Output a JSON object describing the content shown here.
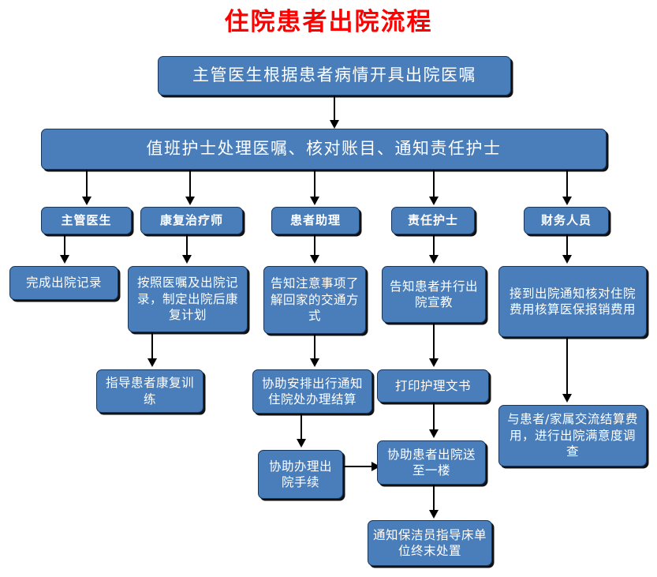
{
  "diagram": {
    "title": "住院患者出院流程",
    "title_color": "#ff0000",
    "node_fill": "#4a7ebb",
    "node_border": "#17365d",
    "node_text_color": "#ffffff",
    "connector_color": "#000000"
  },
  "nodes": {
    "start": "主管医生根据患者病情开具出院医嘱",
    "dispatch": "值班护士处理医嘱、核对账目、通知责任护士",
    "roles": [
      "主管医生",
      "康复治疗师",
      "患者助理",
      "责任护士",
      "财务人员"
    ],
    "doctor_1": "完成出院记录",
    "rehab_1": "按照医嘱及出院记录，制定出院后康复计划",
    "rehab_2": "指导患者康复训练",
    "assistant_1": "告知注意事项了解回家的交通方式",
    "assistant_2": "协助安排出行通知住院处办理结算",
    "assistant_3": "协助办理出院手续",
    "nurse_1": "告知患者并行出院宣教",
    "nurse_2": "打印护理文书",
    "nurse_3": "协助患者出院送至一楼",
    "nurse_4": "通知保洁员指导床单位终末处置",
    "finance_1": "接到出院通知核对住院费用核算医保报销费用",
    "finance_2": "与患者/家属交流结算费用，进行出院满意度调查"
  }
}
